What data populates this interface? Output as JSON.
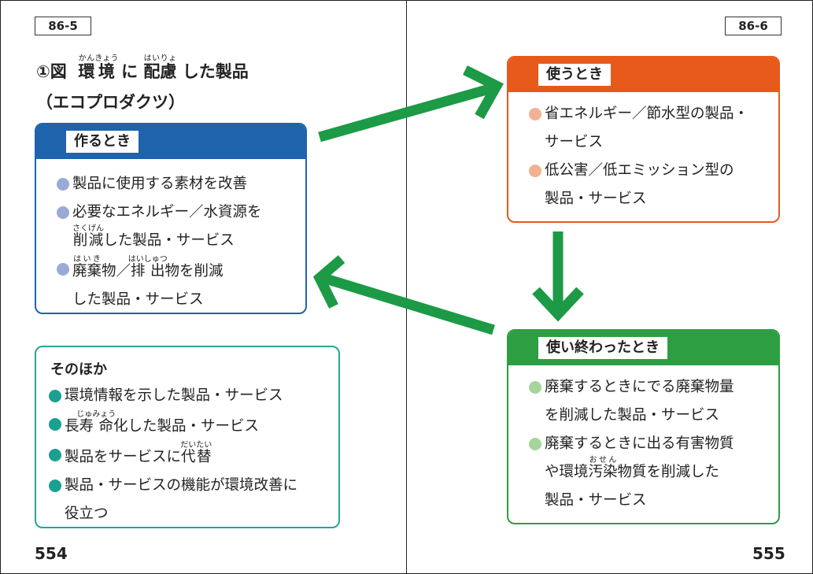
{
  "left_page": {
    "label": "86-5",
    "number": "554",
    "title": {
      "prefix": "①図",
      "w1": "環",
      "w1_ruby": "かん",
      "w2": "境",
      "w2_ruby": "きょう",
      "w3": "に",
      "w4": "配",
      "w4_ruby": "はい",
      "w5": "慮",
      "w5_ruby": "りょ",
      "w6": "した製品"
    },
    "subtitle": "（エコプロダクツ）"
  },
  "right_page": {
    "label": "86-6",
    "number": "555"
  },
  "make_box": {
    "label": "作るとき",
    "item1": "製品に使用する素材を改善",
    "item2_line1": "必要なエネルギー／水資源を",
    "item2_kanji": "削減",
    "item2_ruby": "さくげん",
    "item2_rest": "した製品・サービス",
    "item3_k1": "廃棄",
    "item3_r1": "はいき",
    "item3_m1": "物／",
    "item3_k2": "排出",
    "item3_r2": "はいしゅつ",
    "item3_m2": "物を削減",
    "item3_line2": "した製品・サービス"
  },
  "use_box": {
    "label": "使うとき",
    "item1_line1": "省エネルギー／節水型の製品・",
    "item1_line2": "サービス",
    "item2_line1": "低公害／低エミッション型の",
    "item2_line2": "製品・サービス"
  },
  "end_box": {
    "label": "使い終わったとき",
    "item1_line1": "廃棄するときにでる廃棄物量",
    "item1_line2": "を削減した製品・サービス",
    "item2_line1": "廃棄するときに出る有害物質",
    "item2_pre": "や環境",
    "item2_kanji": "汚染",
    "item2_ruby": "おせん",
    "item2_rest": "物質を削減した",
    "item2_line3": "製品・サービス"
  },
  "other_box": {
    "label": "そのほか",
    "item1": "環境情報を示した製品・サービス",
    "item2_pre": "長",
    "item2_kanji": "寿命",
    "item2_ruby": "じゅみょう",
    "item2_rest": "化した製品・サービス",
    "item3_pre": "製品をサービスに",
    "item3_kanji": "代替",
    "item3_ruby": "だいたい",
    "item4_line1": "製品・サービスの機能が環境改善に",
    "item4_line2": "役立つ"
  },
  "colors": {
    "make": "#1f63ad",
    "make_dot": "#9aaad6",
    "use": "#e85a1b",
    "use_dot": "#f2b191",
    "end": "#2e9e43",
    "end_dot": "#a6d59a",
    "other": "#26a59a",
    "other_dot": "#1aa091",
    "arrow": "#1c9a45"
  }
}
